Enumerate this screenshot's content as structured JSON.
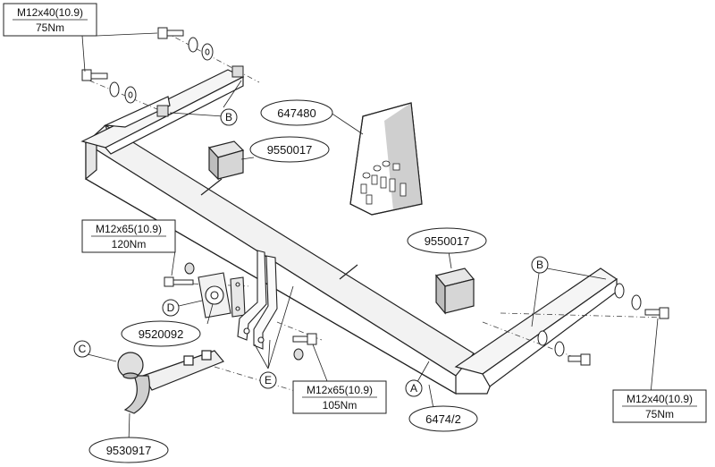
{
  "bolt_labels": {
    "top_left": {
      "spec": "M12x40(10.9)",
      "torque": "75Nm"
    },
    "mid_left": {
      "spec": "M12x65(10.9)",
      "torque": "120Nm"
    },
    "bottom_center": {
      "spec": "M12x65(10.9)",
      "torque": "105Nm"
    },
    "bottom_right": {
      "spec": "M12x40(10.9)",
      "torque": "75Nm"
    }
  },
  "part_numbers": {
    "kit": "647480",
    "block_top": "9550017",
    "block_right": "9550017",
    "plate": "9520092",
    "ball": "9530917",
    "beam": "6474/2"
  },
  "letters": {
    "a": "A",
    "b_left": "B",
    "b_right": "B",
    "c": "C",
    "d": "D",
    "e": "E"
  }
}
